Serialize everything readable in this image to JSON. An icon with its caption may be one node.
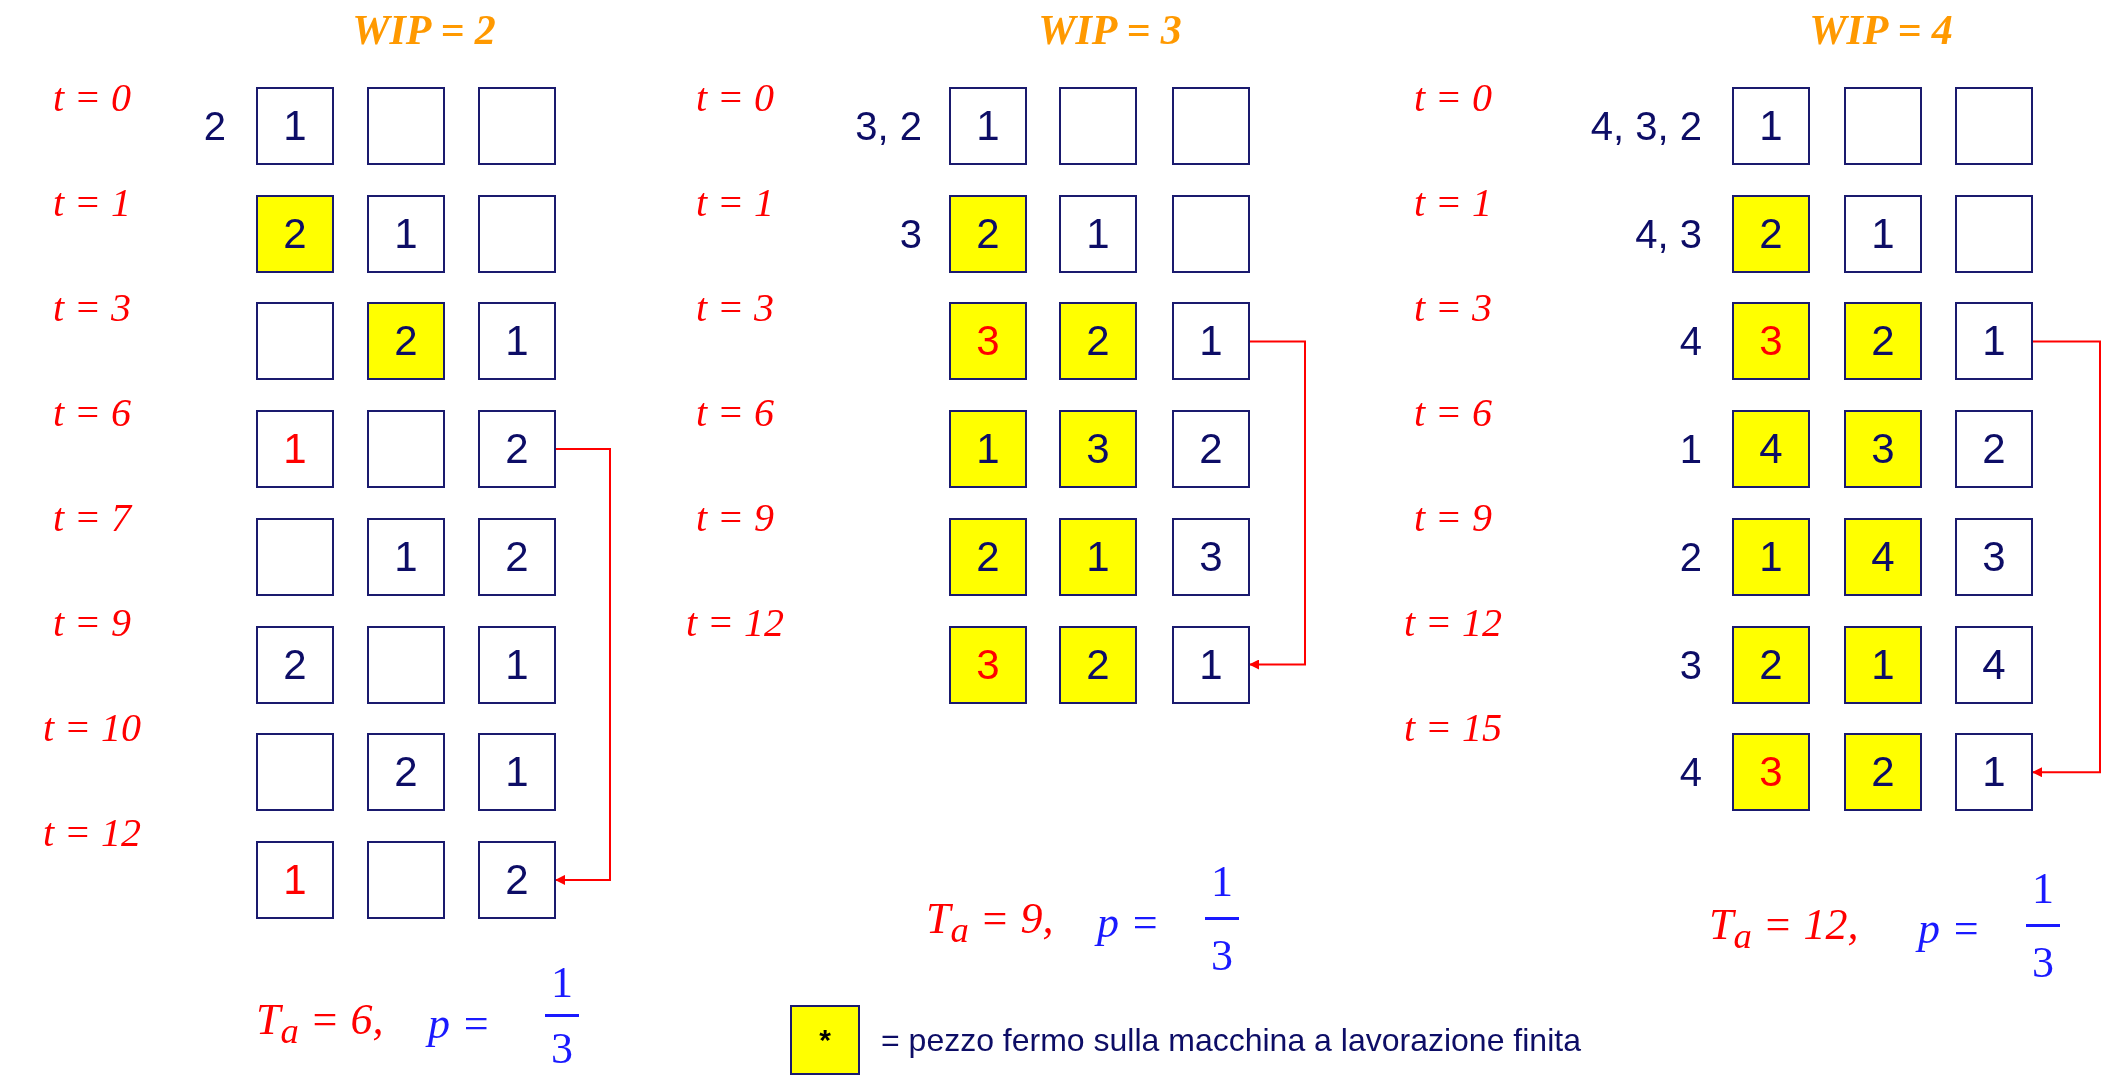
{
  "diagram": {
    "nodes": [
      {
        "text": [
          "1"
        ]
      },
      {
        "text": [],
        "shape": "box"
      },
      {
        "text": [],
        "shape": "box"
      },
      {
        "text": [
          "2"
        ]
      },
      {
        "text": [
          "1"
        ]
      },
      {
        "text": [],
        "shape": "box"
      },
      {
        "text": [],
        "shape": "box"
      },
      {
        "text": [
          "2"
        ]
      },
      {
        "text": [
          "1"
        ]
      },
      {
        "text": [
          "1"
        ]
      },
      {
        "text": [],
        "shape": "box"
      },
      {
        "text": [
          "2"
        ]
      },
      {
        "text": [],
        "shape": "box"
      },
      {
        "text": [
          "1"
        ]
      },
      {
        "text": [
          "2"
        ]
      },
      {
        "text": [
          "2"
        ]
      },
      {
        "text": [],
        "shape": "box"
      },
      {
        "text": [
          "1"
        ]
      },
      {
        "text": [],
        "shape": "box"
      },
      {
        "text": [
          "2"
        ]
      },
      {
        "text": [
          "1"
        ]
      },
      {
        "text": [
          "1"
        ]
      },
      {
        "text": [],
        "shape": "box"
      },
      {
        "text": [
          "2"
        ]
      },
      {
        "text": [
          "1"
        ]
      },
      {
        "text": [],
        "shape": "box"
      },
      {
        "text": [],
        "shape": "box"
      },
      {
        "text": [
          "2"
        ]
      },
      {
        "text": [
          "1"
        ]
      },
      {
        "text": [],
        "shape": "box"
      },
      {
        "text": [
          "3"
        ]
      },
      {
        "text": [
          "2"
        ]
      },
      {
        "text": [
          "1"
        ]
      },
      {
        "text": [
          "1"
        ]
      },
      {
        "text": [
          "3"
        ]
      },
      {
        "text": [
          "2"
        ]
      },
      {
        "text": [
          "2"
        ]
      },
      {
        "text": [
          "1"
        ]
      },
      {
        "text": [
          "3"
        ]
      },
      {
        "text": [
          "3"
        ]
      },
      {
        "text": [
          "2"
        ]
      },
      {
        "text": [
          "1"
        ]
      },
      {
        "text": [
          "1"
        ]
      },
      {
        "text": [],
        "shape": "box"
      },
      {
        "text": [],
        "shape": "box"
      },
      {
        "text": [
          "2"
        ]
      },
      {
        "text": [
          "1"
        ]
      },
      {
        "text": [],
        "shape": "box"
      },
      {
        "text": [
          "3"
        ]
      },
      {
        "text": [
          "2"
        ]
      },
      {
        "text": [
          "1"
        ]
      },
      {
        "text": [
          "4"
        ]
      },
      {
        "text": [
          "3"
        ]
      },
      {
        "text": [
          "2"
        ]
      },
      {
        "text": [
          "1"
        ]
      },
      {
        "text": [
          "4"
        ]
      },
      {
        "text": [
          "3"
        ]
      },
      {
        "text": [
          "2"
        ]
      },
      {
        "text": [
          "1"
        ]
      },
      {
        "text": [
          "4"
        ]
      },
      {
        "text": [
          "3"
        ]
      },
      {
        "text": [
          "2"
        ]
      },
      {
        "text": [
          "1"
        ]
      }
    ],
    "edges": [
      {
        "from": 11,
        "to": 23,
        "arrow": "to"
      },
      {
        "from": 32,
        "to": 41,
        "arrow": "to"
      },
      {
        "from": 50,
        "to": 62,
        "arrow": "to"
      }
    ],
    "labels": [
      "WIP = 2",
      "WIP = 3",
      "WIP = 4",
      "t = 0",
      "t = 1",
      "t = 3",
      "t = 6",
      "t = 7",
      "t = 9",
      "t = 10",
      "t = 12",
      "2",
      "t = 0",
      "t = 1",
      "t = 3",
      "t = 6",
      "t = 9",
      "t = 12",
      "3, 2",
      "3",
      "t = 0",
      "t = 1",
      "t = 3",
      "t = 6",
      "t = 9",
      "t = 12",
      "t = 15",
      "4, 3, 2",
      "4, 3",
      "4",
      "1",
      "2",
      "3",
      "4",
      "T$_{a}$ = 6,",
      "p =",
      "1",
      "3",
      "T$_{a}$ = 9,",
      "p =",
      "1",
      "3",
      "T$_{a}$ = 12,",
      "p =",
      "1",
      "3",
      "*"
    ],
    "legend": [
      {
        "text": "= pezzo fermo sulla macchina a lavorazione finita",
        "color": "#ffff00"
      }
    ]
  }
}
